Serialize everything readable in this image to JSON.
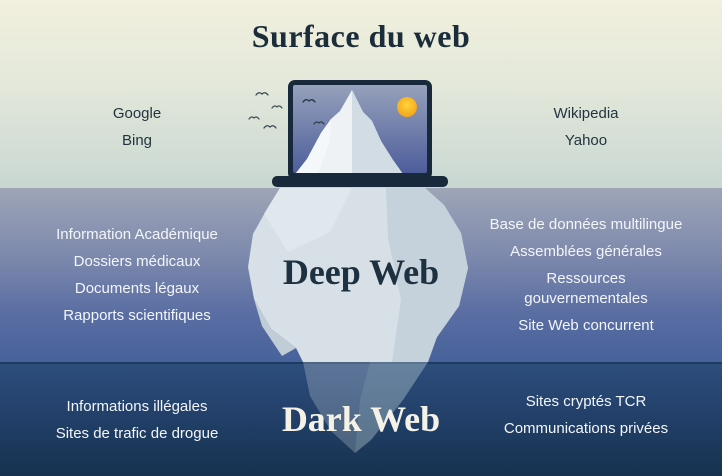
{
  "title": "Surface du web",
  "surface": {
    "left": {
      "items": [
        "Google",
        "Bing"
      ]
    },
    "right": {
      "items": [
        "Wikipedia",
        "Yahoo"
      ]
    }
  },
  "deep": {
    "label": "Deep Web",
    "left": {
      "items": [
        "Information Académique",
        "Dossiers médicaux",
        "Documents légaux",
        "Rapports scientifiques"
      ]
    },
    "right": {
      "items": [
        "Base de données multilingue",
        "Assemblées générales",
        "Ressources\ngouvernementales",
        "Site Web concurrent"
      ]
    }
  },
  "dark": {
    "label": "Dark Web",
    "left": {
      "items": [
        "Informations illégales",
        "Sites de trafic de drogue"
      ]
    },
    "right": {
      "items": [
        "Sites cryptés TCR",
        "Communications privées"
      ]
    }
  },
  "icons": {
    "laptop": "laptop-icon",
    "iceberg": "iceberg-icon",
    "sun": "sun-icon",
    "birds": "bird-icon"
  },
  "colors": {
    "surface_top": "#f2f0de",
    "surface_bottom": "#c9d7d2",
    "deep_top": "#9ea5b7",
    "deep_bottom": "#47629b",
    "dark_top": "#2d4d7b",
    "dark_bottom": "#16324f",
    "navy_ink": "#17293b",
    "sun_orange": "#f2a213",
    "iceberg_white": "#eef2f5",
    "text_light": "#f3f6f8"
  }
}
